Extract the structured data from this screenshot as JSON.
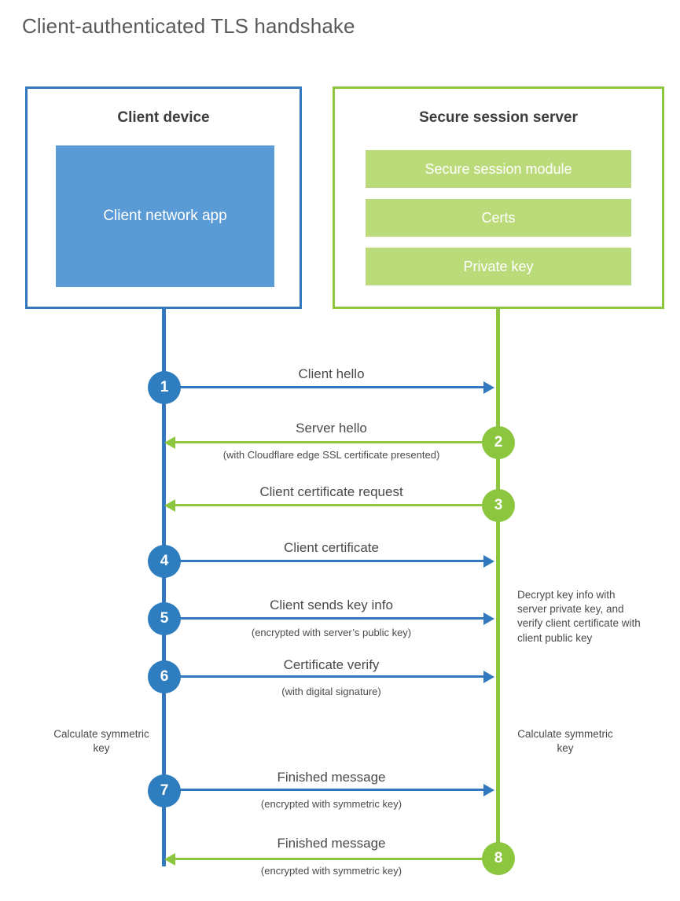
{
  "title": "Client-authenticated TLS handshake",
  "colors": {
    "blue_border": "#3178be",
    "blue_circle": "#2e7dbe",
    "blue_fill": "#5b9bd5",
    "green_border": "#8cc63f",
    "green_circle": "#8cc63f",
    "green_fill": "#bbdb7b",
    "title_text": "#5a5a5a",
    "body_text": "#4a4a4a"
  },
  "client_box": {
    "title": "Client device",
    "app_label": "Client network app"
  },
  "server_box": {
    "title": "Secure session server",
    "bars": [
      {
        "label": "Secure session module"
      },
      {
        "label": "Certs"
      },
      {
        "label": "Private key"
      }
    ]
  },
  "steps": [
    {
      "number": "1",
      "label": "Client hello",
      "sub": "",
      "direction": "right",
      "color": "blue"
    },
    {
      "number": "2",
      "label": "Server hello",
      "sub": "(with Cloudflare edge SSL certificate presented)",
      "direction": "left",
      "color": "green"
    },
    {
      "number": "3",
      "label": "Client certificate request",
      "sub": "",
      "direction": "left",
      "color": "green"
    },
    {
      "number": "4",
      "label": "Client certificate",
      "sub": "",
      "direction": "right",
      "color": "blue"
    },
    {
      "number": "5",
      "label": "Client sends key info",
      "sub": "(encrypted with server’s public key)",
      "direction": "right",
      "color": "blue"
    },
    {
      "number": "6",
      "label": "Certificate verify",
      "sub": "(with digital signature)",
      "direction": "right",
      "color": "blue"
    },
    {
      "number": "7",
      "label": "Finished message",
      "sub": "(encrypted with symmetric key)",
      "direction": "right",
      "color": "blue"
    },
    {
      "number": "8",
      "label": "Finished message",
      "sub": "(encrypted with symmetric key)",
      "direction": "left",
      "color": "green"
    }
  ],
  "notes": {
    "server_decrypt": "Decrypt key info with server private key, and verify client certificate with client public key",
    "client_calc": "Calculate symmetric key",
    "server_calc": "Calculate symmetric key"
  }
}
